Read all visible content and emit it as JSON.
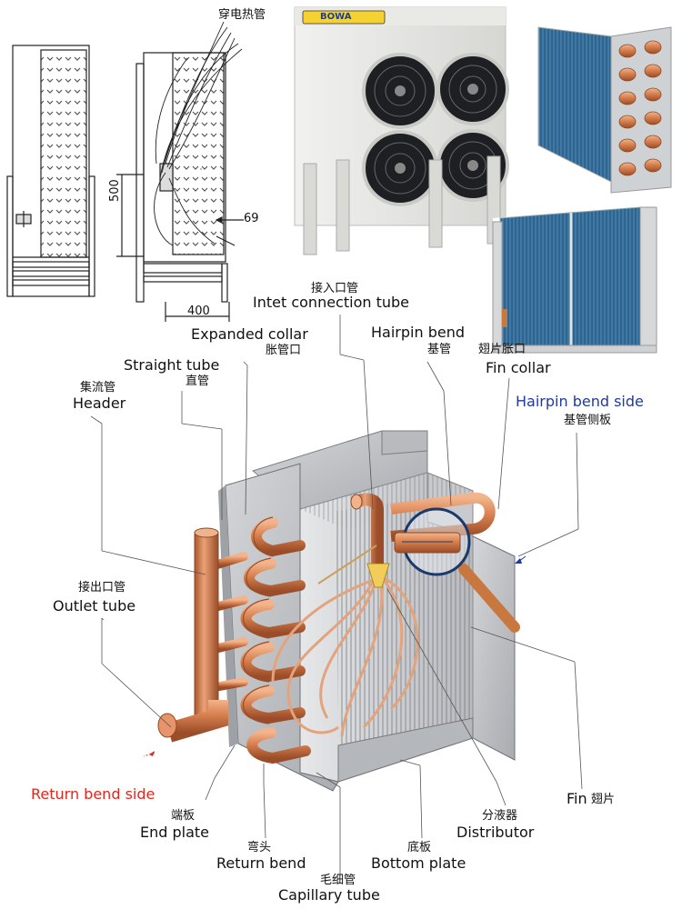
{
  "drawing": {
    "heater_tube_label": "穿电热管",
    "dim_height": "500",
    "dim_width": "400",
    "dim_offset": "69"
  },
  "photo": {
    "brand": "BOWA"
  },
  "labels": {
    "inlet": {
      "cn": "接入口管",
      "en": "Intet connection tube"
    },
    "expanded_collar": {
      "en": "Expanded collar",
      "cn": "胀管口"
    },
    "hairpin_bend": {
      "en": "Hairpin bend",
      "cn": "基管"
    },
    "fin_collar": {
      "cn": "翅片胀口",
      "en": "Fin collar"
    },
    "straight_tube": {
      "en": "Straight tube",
      "cn": "直管"
    },
    "header": {
      "cn": "集流管",
      "en": "Header"
    },
    "hairpin_side": {
      "en": "Hairpin bend side",
      "cn": "基管侧板"
    },
    "outlet": {
      "cn": "接出口管",
      "en": "Outlet tube"
    },
    "return_side": {
      "en": "Return bend side"
    },
    "fin": {
      "en": "Fin",
      "cn": "翅片"
    },
    "end_plate": {
      "cn": "端板",
      "en": "End plate"
    },
    "distributor": {
      "cn": "分液器",
      "en": "Distributor"
    },
    "return_bend": {
      "cn": "弯头",
      "en": "Return bend"
    },
    "bottom_plate": {
      "cn": "底板",
      "en": "Bottom plate"
    },
    "capillary": {
      "cn": "毛细管",
      "en": "Capillary tube"
    }
  },
  "colors": {
    "copper": "#d8804f",
    "copper_dark": "#a9552c",
    "plate": "#c3c5c8",
    "plate_dark": "#8e9195",
    "fin_blue": "#2f5f86",
    "accent_red": "#e3261c",
    "accent_blue": "#1e3aa6"
  }
}
